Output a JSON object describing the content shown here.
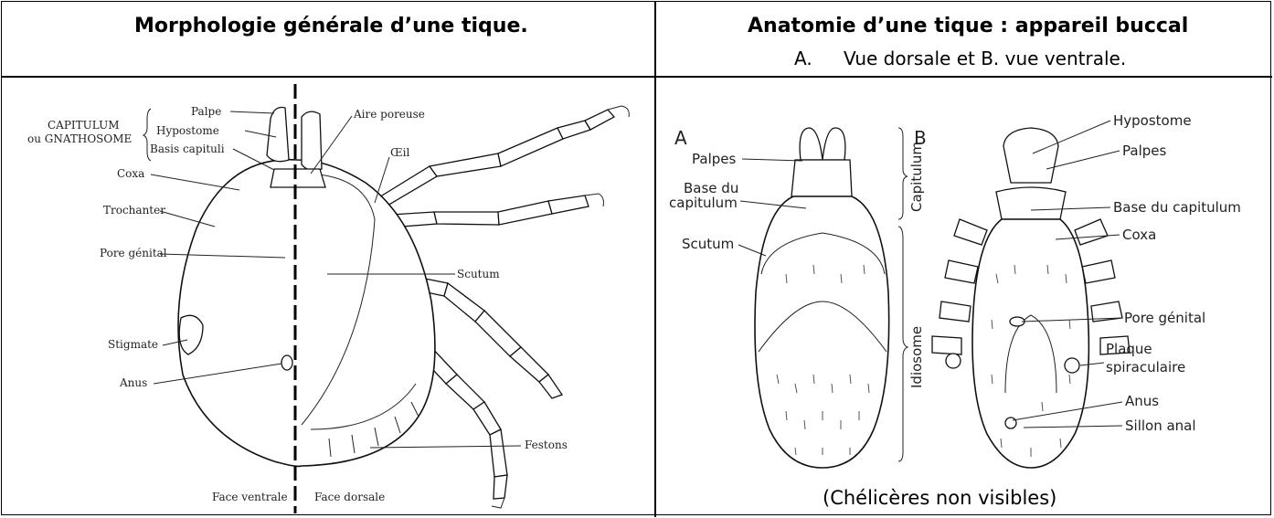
{
  "left_panel": {
    "title": "Morphologie générale d’une tique.",
    "labels": {
      "capitulum_group_1": "CAPITULUM",
      "capitulum_group_2": "ou GNATHOSOME",
      "palpe": "Palpe",
      "hypostome": "Hypostome",
      "basis_capituli": "Basis capituli",
      "coxa": "Coxa",
      "trochanter": "Trochanter",
      "pore_genital": "Pore génital",
      "stigmate": "Stigmate",
      "anus": "Anus",
      "aire_poreuse": "Aire poreuse",
      "oeil": "Œil",
      "scutum": "Scutum",
      "festons": "Festons",
      "face_ventrale": "Face ventrale",
      "face_dorsale": "Face dorsale"
    }
  },
  "right_panel": {
    "title": "Anatomie d’une tique : appareil buccal",
    "subtitle_marker": "A.",
    "subtitle_text": "Vue dorsale et B. vue ventrale.",
    "footer": "(Chélicères non visibles)",
    "labels": {
      "view_a": "A",
      "view_b": "B",
      "palpes_a": "Palpes",
      "base_du_1": "Base du",
      "capitulum_1": "capitulum",
      "scutum_a": "Scutum",
      "capitulum_region": "Capitulum",
      "idiosome_region": "Idiosome",
      "hypostome_b": "Hypostome",
      "palpes_b": "Palpes",
      "base_du_capitulum_b": "Base du capitulum",
      "coxa_b": "Coxa",
      "pore_genital_b": "Pore génital",
      "plaque_1": "Plaque",
      "plaque_2": "spiraculaire",
      "anus_b": "Anus",
      "sillon_anal": "Sillon anal"
    }
  }
}
